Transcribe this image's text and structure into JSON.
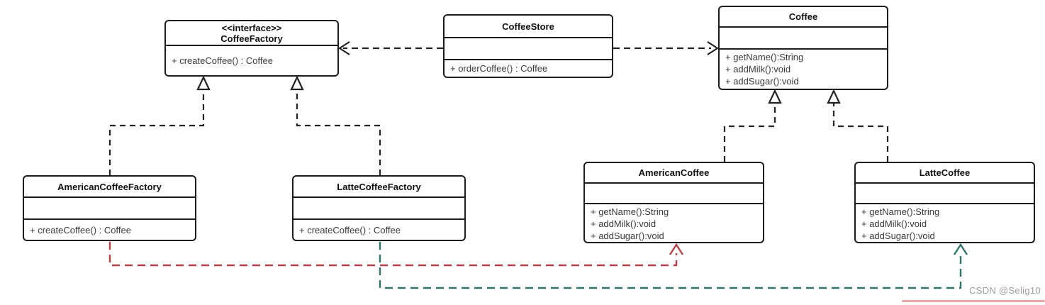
{
  "diagram": {
    "kind": "uml-class-diagram",
    "classes": {
      "coffee_factory": {
        "stereotype": "<<interface>>",
        "name": "CoffeeFactory",
        "methods": [
          "+ createCoffee() : Coffee"
        ]
      },
      "coffee_store": {
        "name": "CoffeeStore",
        "methods": [
          "+ orderCoffee() : Coffee"
        ]
      },
      "coffee": {
        "name": "Coffee",
        "methods": [
          "+ getName():String",
          "+ addMilk():void",
          "+ addSugar():void"
        ]
      },
      "american_coffee_factory": {
        "name": "AmericanCoffeeFactory",
        "methods": [
          "+ createCoffee() : Coffee"
        ]
      },
      "latte_coffee_factory": {
        "name": "LatteCoffeeFactory",
        "methods": [
          "+ createCoffee() : Coffee"
        ]
      },
      "american_coffee": {
        "name": "AmericanCoffee",
        "methods": [
          "+ getName():String",
          "+ addMilk():void",
          "+ addSugar():void"
        ]
      },
      "latte_coffee": {
        "name": "LatteCoffee",
        "methods": [
          "+ getName():String",
          "+ addMilk():void",
          "+ addSugar():void"
        ]
      }
    },
    "relationships": [
      {
        "from": "CoffeeStore",
        "to": "CoffeeFactory",
        "type": "dependency"
      },
      {
        "from": "CoffeeStore",
        "to": "Coffee",
        "type": "dependency"
      },
      {
        "from": "AmericanCoffeeFactory",
        "to": "CoffeeFactory",
        "type": "realization"
      },
      {
        "from": "LatteCoffeeFactory",
        "to": "CoffeeFactory",
        "type": "realization"
      },
      {
        "from": "AmericanCoffee",
        "to": "Coffee",
        "type": "realization"
      },
      {
        "from": "LatteCoffee",
        "to": "Coffee",
        "type": "realization"
      },
      {
        "from": "AmericanCoffeeFactory",
        "to": "AmericanCoffee",
        "type": "dependency"
      },
      {
        "from": "LatteCoffeeFactory",
        "to": "LatteCoffee",
        "type": "dependency"
      }
    ],
    "colors": {
      "line": "#222222",
      "create_american": "#b4404a",
      "create_latte": "#33756c",
      "watermark_color": "#9e9e9e",
      "bottom_bar": "#f2a3a3"
    },
    "watermark": "CSDN @Selig10"
  }
}
